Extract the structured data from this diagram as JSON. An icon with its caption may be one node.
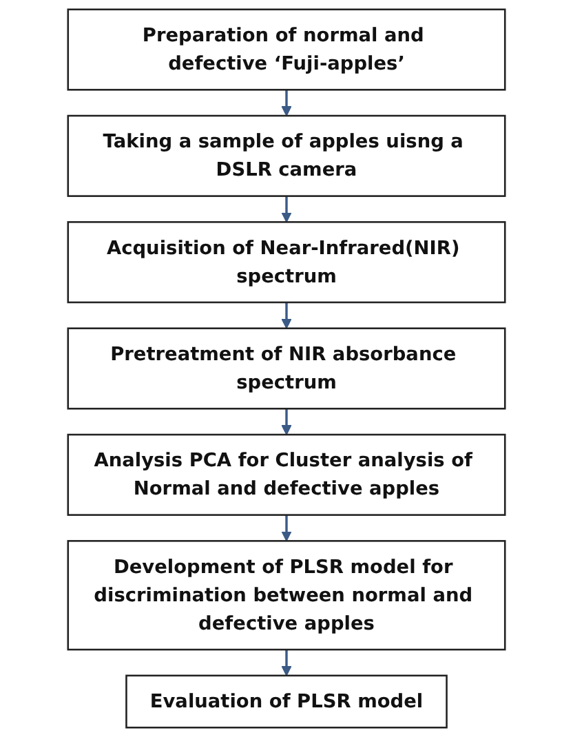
{
  "diagram": {
    "nodes": [
      {
        "text": [
          "Preparation of normal and defective ‘Fuji-apples’"
        ]
      },
      {
        "text": [
          "Taking a sample of apples uisng a DSLR camera"
        ]
      },
      {
        "text": [
          "Acquisition of Near-Infrared(NIR) spectrum"
        ]
      },
      {
        "text": [
          "Pretreatment of NIR absorbance spectrum"
        ]
      },
      {
        "text": [
          "Analysis PCA for Cluster analysis of Normal and defective apples"
        ]
      },
      {
        "text": [
          "Development of PLSR model for discrimination between normal and defective apples"
        ]
      },
      {
        "text": [
          "Evaluation of PLSR model"
        ]
      }
    ],
    "edges": [
      {
        "from": 0,
        "to": 1,
        "arrow": "to"
      },
      {
        "from": 1,
        "to": 2,
        "arrow": "to"
      },
      {
        "from": 2,
        "to": 3,
        "arrow": "to"
      },
      {
        "from": 3,
        "to": 4,
        "arrow": "to"
      },
      {
        "from": 4,
        "to": 5,
        "arrow": "to"
      },
      {
        "from": 5,
        "to": 6,
        "arrow": "to"
      }
    ]
  }
}
